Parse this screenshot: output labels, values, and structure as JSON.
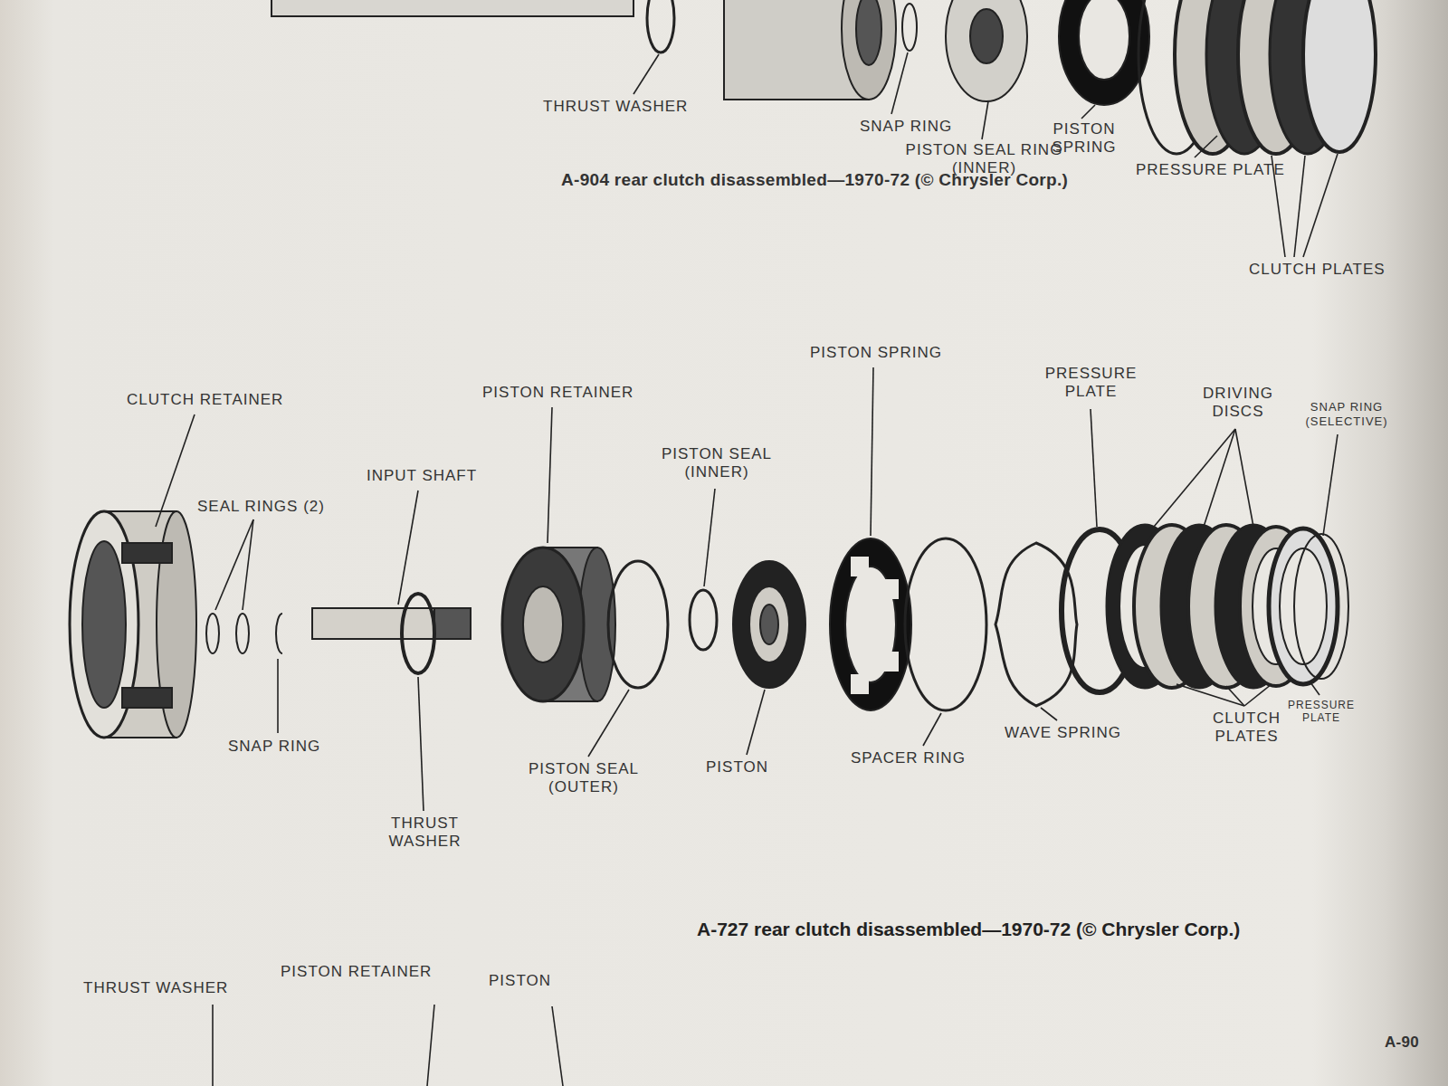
{
  "diagram": {
    "caption": "A-727 rear clutch disassembled—1970-72 (© Chrysler Corp.)",
    "labels": [
      "THRUST WASHER",
      "SNAP RING",
      "PISTON SEAL RING (INNER)",
      "PISTON SPRING",
      "PRESSURE PLATE",
      "CLUTCH PLATES",
      "A-904 rear clutch disassembled—1970-72 (© Chrysler Corp.)",
      "CLUTCH RETAINER",
      "SEAL RINGS (2)",
      "INPUT SHAFT",
      "PISTON RETAINER",
      "PISTON SEAL (INNER)",
      "PISTON SPRING",
      "PRESSURE PLATE",
      "DRIVING DISCS",
      "SNAP RING (SELECTIVE)",
      "SNAP RING",
      "THRUST WASHER",
      "PISTON SEAL (OUTER)",
      "PISTON",
      "SPACER RING",
      "WAVE SPRING",
      "CLUTCH PLATES",
      "PRESSURE PLATE",
      "THRUST WASHER",
      "PISTON RETAINER",
      "PISTON",
      "A-90"
    ]
  }
}
